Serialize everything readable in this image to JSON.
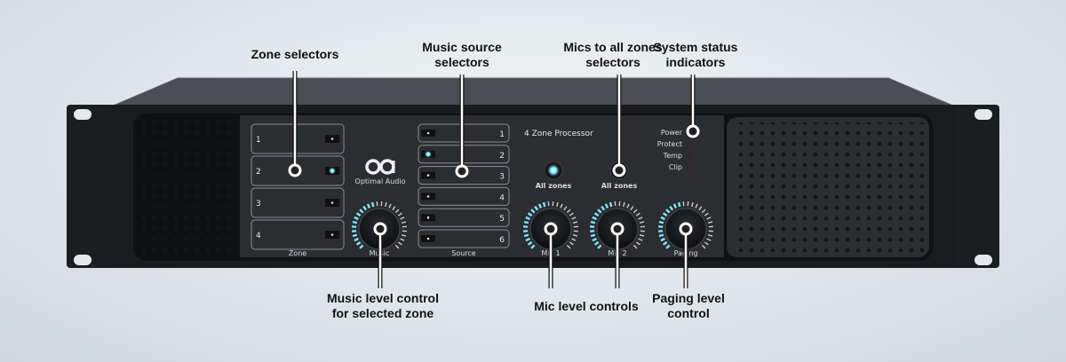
{
  "annotations": {
    "zone_selectors": "Zone selectors",
    "music_source": [
      "Music source",
      "selectors"
    ],
    "mics_all_zones": [
      "Mics to all zones",
      "selectors"
    ],
    "system_status": [
      "System status",
      "indicators"
    ],
    "music_level": [
      "Music level control",
      "for selected zone"
    ],
    "mic_level": "Mic level controls",
    "paging_level": [
      "Paging level",
      "control"
    ]
  },
  "device": {
    "model": "4 Zone Processor",
    "brand": "Optimal Audio",
    "logo_glyph": "oa",
    "zone_label": "Zone",
    "zones": [
      {
        "label": "1",
        "active": false
      },
      {
        "label": "2",
        "active": true
      },
      {
        "label": "3",
        "active": false
      },
      {
        "label": "4",
        "active": false
      }
    ],
    "source_label": "Source",
    "sources": [
      {
        "label": "1",
        "active": false
      },
      {
        "label": "2",
        "active": true
      },
      {
        "label": "3",
        "active": false
      },
      {
        "label": "4",
        "active": false
      },
      {
        "label": "5",
        "active": false
      },
      {
        "label": "6",
        "active": false
      }
    ],
    "all_zones_buttons": [
      {
        "label": "All zones",
        "active": true
      },
      {
        "label": "All zones",
        "active": false
      }
    ],
    "status": [
      "Power",
      "Protect",
      "Temp",
      "Clip"
    ],
    "knobs": [
      {
        "label": "Music",
        "level": 0.45
      },
      {
        "label": "Mic 1",
        "level": 0.45
      },
      {
        "label": "Mic 2",
        "level": 0.45
      },
      {
        "label": "Paging",
        "level": 0.45
      }
    ],
    "colors": {
      "led_active": "#7fe6ff",
      "panel": "#2b2d31",
      "led_status": "#3a2326"
    }
  }
}
